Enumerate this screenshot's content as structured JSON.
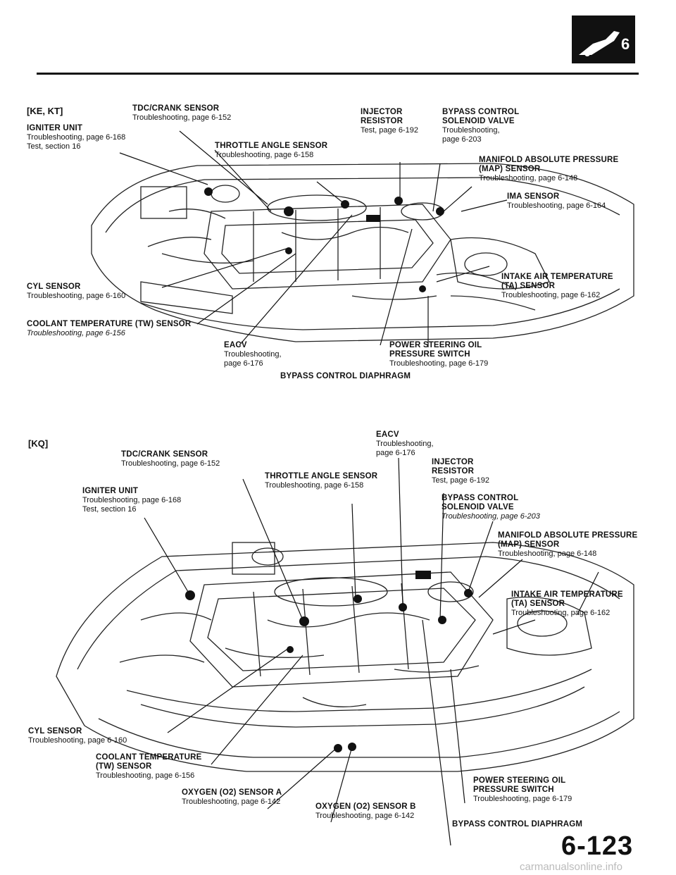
{
  "header_icon": "fuel-injection-icon",
  "page_number": "6-123",
  "watermark": "carmanualsonline.info",
  "top": {
    "section": "[KE, KT]",
    "labels": {
      "tdc": {
        "title": "TDC/CRANK SENSOR",
        "l1": "Troubleshooting, page 6-152"
      },
      "igniter": {
        "title": "IGNITER UNIT",
        "l1": "Troubleshooting, page 6-168",
        "l2": "Test, section 16"
      },
      "throttle": {
        "title": "THROTTLE ANGLE SENSOR",
        "l1": "Troubleshooting, page 6-158"
      },
      "injector": {
        "title1": "INJECTOR",
        "title2": "RESISTOR",
        "l1": "Test, page 6-192"
      },
      "bypass_valve": {
        "title1": "BYPASS CONTROL",
        "title2": "SOLENOID VALVE",
        "l1": "Troubleshooting,",
        "l2": "page 6-203"
      },
      "map": {
        "title1": "MANIFOLD ABSOLUTE PRESSURE",
        "title2": "(MAP) SENSOR",
        "l1": "Troubleshooting, page 6-148"
      },
      "ima": {
        "title": "IMA SENSOR",
        "l1": "Troubleshooting, page 6-164"
      },
      "ta": {
        "title1": "INTAKE AIR TEMPERATURE",
        "title2": "(TA) SENSOR",
        "l1": "Troubleshooting, page 6-162"
      },
      "cyl": {
        "title": "CYL SENSOR",
        "l1": "Troubleshooting, page 6-160"
      },
      "coolant": {
        "title": "COOLANT TEMPERATURE (TW) SENSOR",
        "l1": "Troubleshooting, page 6-156"
      },
      "eacv": {
        "title": "EACV",
        "l1": "Troubleshooting,",
        "l2": "page 6-176"
      },
      "ps": {
        "title1": "POWER STEERING OIL",
        "title2": "PRESSURE SWITCH",
        "l1": "Troubleshooting, page 6-179"
      },
      "diaphragm": {
        "title": "BYPASS CONTROL DIAPHRAGM"
      }
    }
  },
  "bottom": {
    "section": "[KQ]",
    "labels": {
      "eacv": {
        "title": "EACV",
        "l1": "Troubleshooting,",
        "l2": "page 6-176"
      },
      "tdc": {
        "title": "TDC/CRANK SENSOR",
        "l1": "Troubleshooting, page 6-152"
      },
      "injector": {
        "title1": "INJECTOR",
        "title2": "RESISTOR",
        "l1": "Test, page 6-192"
      },
      "throttle": {
        "title": "THROTTLE ANGLE SENSOR",
        "l1": "Troubleshooting, page 6-158"
      },
      "igniter": {
        "title": "IGNITER UNIT",
        "l1": "Troubleshooting, page 6-168",
        "l2": "Test, section 16"
      },
      "bypass_valve": {
        "title1": "BYPASS CONTROL",
        "title2": "SOLENOID VALVE",
        "l1": "Troubleshooting, page 6-203"
      },
      "map": {
        "title1": "MANIFOLD ABSOLUTE PRESSURE",
        "title2": "(MAP) SENSOR",
        "l1": "Troubleshooting, page 6-148"
      },
      "ta": {
        "title1": "INTAKE AIR TEMPERATURE",
        "title2": "(TA) SENSOR",
        "l1": "Troubleshooting, page 6-162"
      },
      "cyl": {
        "title": "CYL SENSOR",
        "l1": "Troubleshooting, page 6-160"
      },
      "coolant": {
        "title1": "COOLANT TEMPERATURE",
        "title2": "(TW) SENSOR",
        "l1": "Troubleshooting, page 6-156"
      },
      "o2a": {
        "title": "OXYGEN (O2) SENSOR A",
        "l1": "Troubleshooting, page 6-142"
      },
      "o2b": {
        "title": "OXYGEN (O2) SENSOR B",
        "l1": "Troubleshooting, page 6-142"
      },
      "ps": {
        "title1": "POWER STEERING OIL",
        "title2": "PRESSURE SWITCH",
        "l1": "Troubleshooting, page 6-179"
      },
      "diaphragm": {
        "title": "BYPASS CONTROL DIAPHRAGM"
      }
    }
  }
}
